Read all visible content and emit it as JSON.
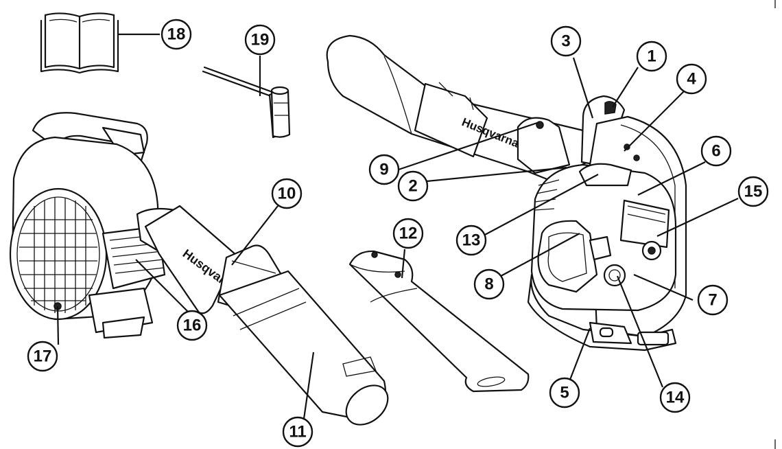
{
  "callouts": [
    {
      "id": "c1",
      "label": "1"
    },
    {
      "id": "c2",
      "label": "2"
    },
    {
      "id": "c3",
      "label": "3"
    },
    {
      "id": "c4",
      "label": "4"
    },
    {
      "id": "c5",
      "label": "5"
    },
    {
      "id": "c6",
      "label": "6"
    },
    {
      "id": "c7",
      "label": "7"
    },
    {
      "id": "c8",
      "label": "8"
    },
    {
      "id": "c9",
      "label": "9"
    },
    {
      "id": "c10",
      "label": "10"
    },
    {
      "id": "c11",
      "label": "11"
    },
    {
      "id": "c12",
      "label": "12"
    },
    {
      "id": "c13",
      "label": "13"
    },
    {
      "id": "c14",
      "label": "14"
    },
    {
      "id": "c15",
      "label": "15"
    },
    {
      "id": "c16",
      "label": "16"
    },
    {
      "id": "c17",
      "label": "17"
    },
    {
      "id": "c18",
      "label": "18"
    },
    {
      "id": "c19",
      "label": "19"
    }
  ],
  "brand_text": "Husqvarna"
}
